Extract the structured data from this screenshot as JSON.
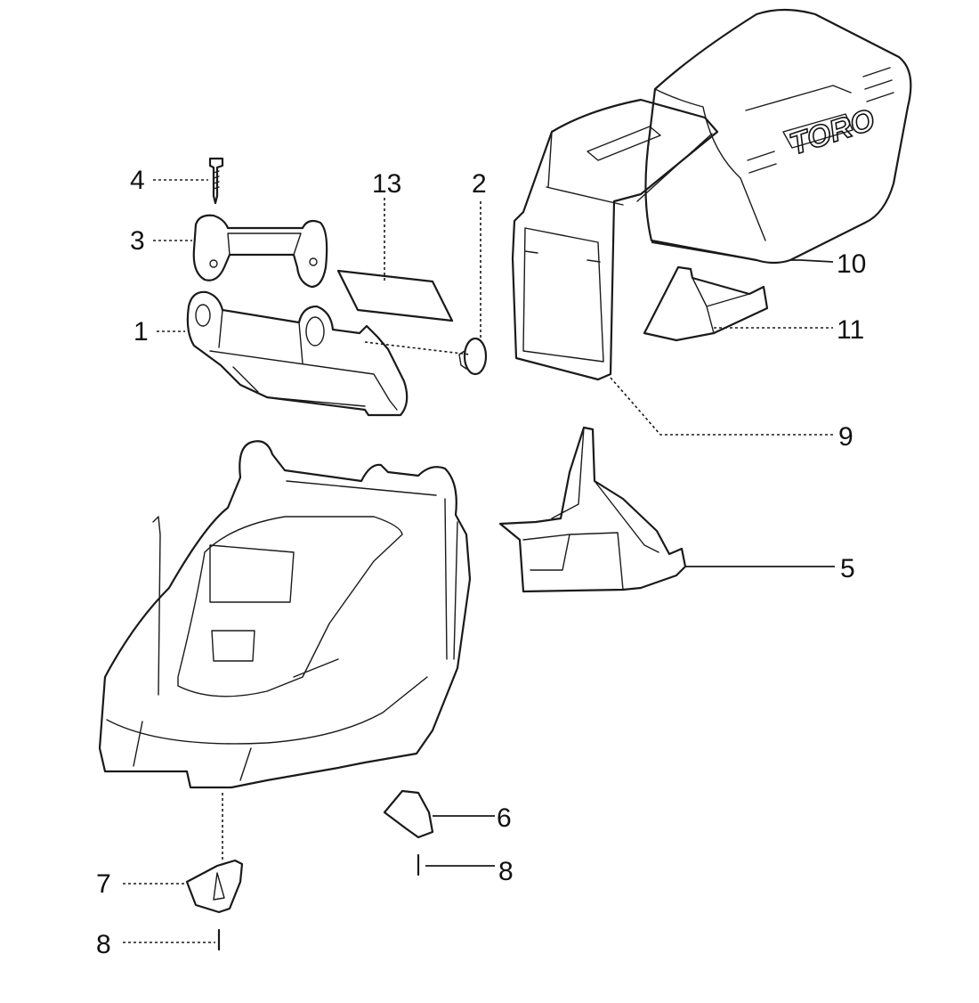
{
  "callouts": {
    "c4": "4",
    "c3": "3",
    "c1": "1",
    "c13": "13",
    "c2": "2",
    "c10": "10",
    "c11": "11",
    "c9": "9",
    "c5": "5",
    "c6": "6",
    "c8a": "8",
    "c7": "7",
    "c8b": "8"
  },
  "logo_text": "TORO"
}
